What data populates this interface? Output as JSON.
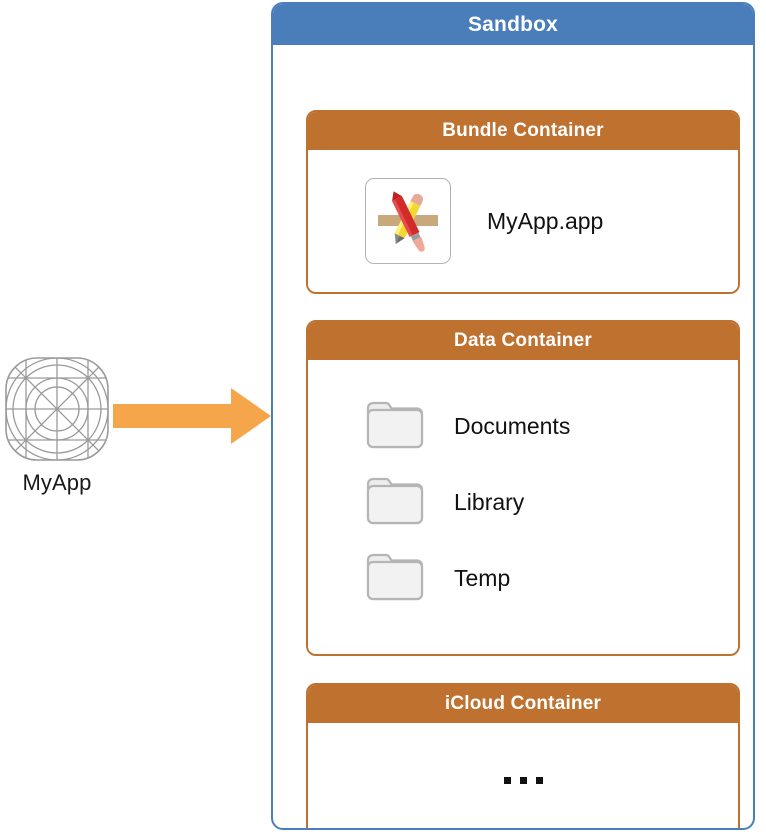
{
  "app_node": {
    "icon_name": "ios-app-icon-grid",
    "label": "MyApp"
  },
  "flow": {
    "arrow_name": "orange-right-arrow",
    "arrow_color": "#F5A council"
  },
  "sandbox": {
    "title": "Sandbox",
    "header_color": "#4A7EBB",
    "border_color": "#4A7EBB",
    "containers": [
      {
        "id": "bundle",
        "title": "Bundle Container",
        "header_color": "#BF7130",
        "items": [
          {
            "icon": "xcode-app-icon",
            "label": "MyApp.app"
          }
        ]
      },
      {
        "id": "data",
        "title": "Data Container",
        "header_color": "#BF7130",
        "items": [
          {
            "icon": "folder-icon",
            "label": "Documents"
          },
          {
            "icon": "folder-icon",
            "label": "Library"
          },
          {
            "icon": "folder-icon",
            "label": "Temp"
          }
        ]
      },
      {
        "id": "icloud",
        "title": "iCloud Container",
        "header_color": "#BF7130",
        "placeholder": "…"
      }
    ]
  }
}
